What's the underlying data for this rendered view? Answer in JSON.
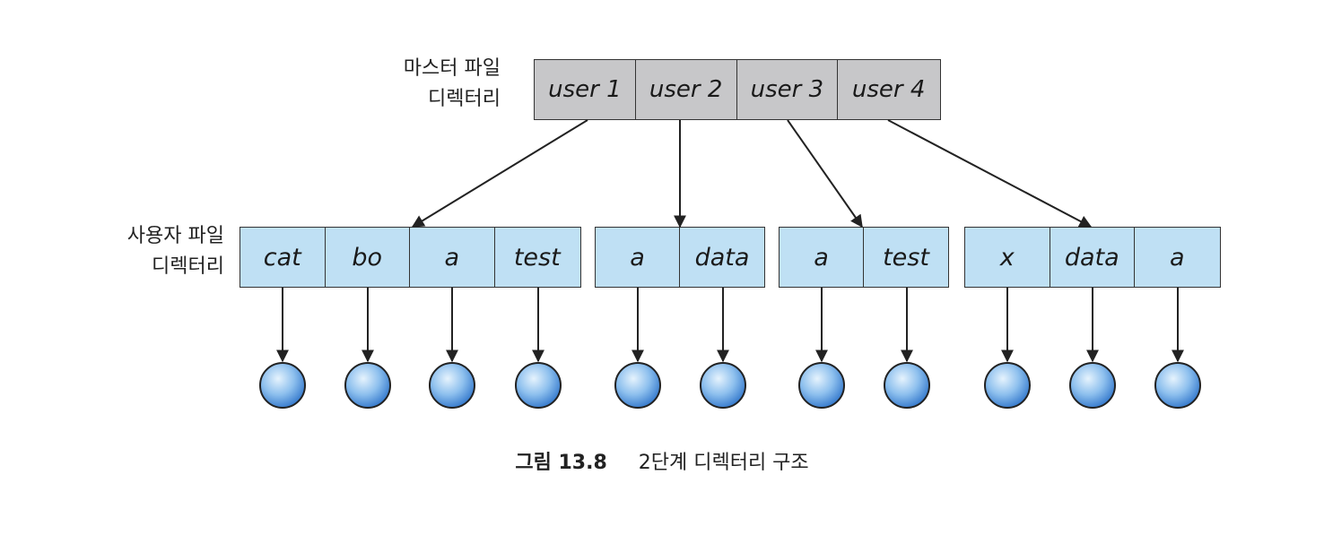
{
  "master_label": "마스터 파일\n디렉터리",
  "master_label_lines": [
    "마스터 파일",
    "디렉터리"
  ],
  "user_label_lines": [
    "사용자 파일",
    "디렉터리"
  ],
  "master_directory": [
    "user 1",
    "user 2",
    "user 3",
    "user 4"
  ],
  "user_directories": [
    [
      "cat",
      "bo",
      "a",
      "test"
    ],
    [
      "a",
      "data"
    ],
    [
      "a",
      "test"
    ],
    [
      "x",
      "data",
      "a"
    ]
  ],
  "caption": {
    "figure": "그림 13.8",
    "text": "2단계 디렉터리 구조"
  },
  "colors": {
    "master_fill": "#c7c7c9",
    "user_fill": "#bfe0f4",
    "file_fill": "#5a9be0",
    "stroke": "#222222"
  }
}
